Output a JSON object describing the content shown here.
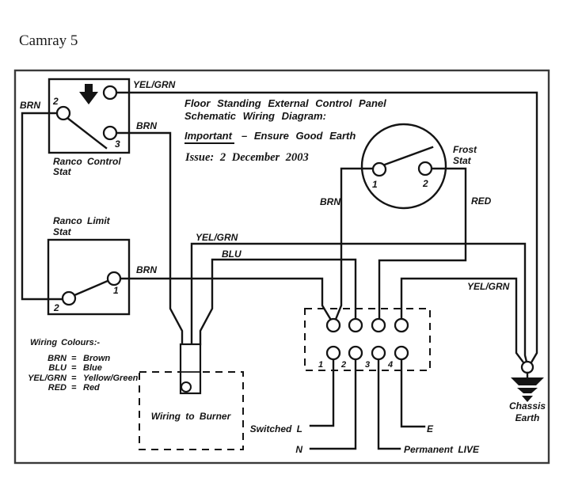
{
  "page_title": "Camray 5",
  "colors": {
    "ink": "#141414",
    "paper": "#ffffff",
    "outer_border": "#3a3a3a"
  },
  "header": {
    "line1": "Floor Standing External Control Panel",
    "line2": "Schematic Wiring Diagram:",
    "important_word": "Important",
    "important_rest": "–  Ensure Good Earth",
    "issue": "Issue: 2  December  2003"
  },
  "components": {
    "ranco_control": {
      "label_line1": "Ranco Control",
      "label_line2": "Stat",
      "terminal2": "2",
      "terminal3": "3"
    },
    "ranco_limit": {
      "label_line1": "Ranco Limit",
      "label_line2": "Stat",
      "terminal1": "1",
      "terminal2": "2"
    },
    "frost_stat": {
      "label_line1": "Frost",
      "label_line2": "Stat",
      "terminal1": "1",
      "terminal2": "2"
    },
    "terminal_strip": {
      "terminals": [
        "1",
        "2",
        "3",
        "4"
      ]
    },
    "burner": {
      "label": "Wiring to Burner"
    },
    "chassis_earth": {
      "label_line1": "Chassis",
      "label_line2": "Earth"
    }
  },
  "wire_labels": {
    "yelgrn_top": "YEL/GRN",
    "brn_control_t2": "BRN",
    "brn_control_t3": "BRN",
    "yelgrn_mid": "YEL/GRN",
    "blu": "BLU",
    "brn_limit": "BRN",
    "brn_frost": "BRN",
    "red_frost": "RED",
    "yelgrn_right": "YEL/GRN"
  },
  "legend": {
    "title": "Wiring Colours:-",
    "rows": [
      {
        "abbr": "BRN",
        "eq": "=",
        "name": "Brown"
      },
      {
        "abbr": "BLU",
        "eq": "=",
        "name": "Blue"
      },
      {
        "abbr": "YEL/GRN",
        "eq": "=",
        "name": "Yellow/Green"
      },
      {
        "abbr": "RED",
        "eq": "=",
        "name": "Red"
      }
    ]
  },
  "external_connections": {
    "switched_l": "Switched L",
    "n": "N",
    "e": "E",
    "permanent_live": "Permanent LIVE"
  }
}
